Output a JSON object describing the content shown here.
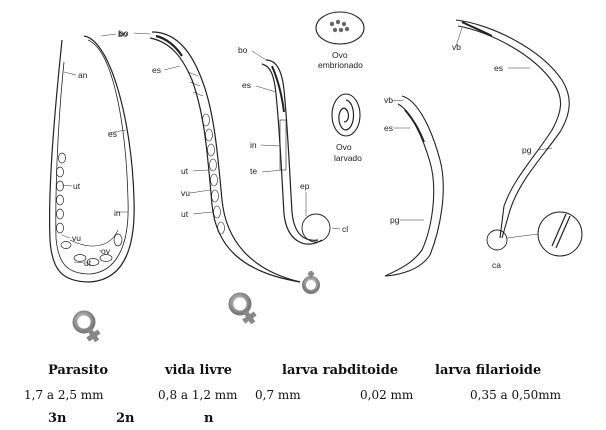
{
  "figure_labels": {
    "parasite": {
      "bo": "bo",
      "an": "an",
      "es": "es",
      "ut": "ut",
      "in": "in",
      "vu": "vu",
      "ov": "ov",
      "ut2": "ut"
    },
    "free_living": {
      "bo": "bo",
      "es": "es",
      "ut": "ut",
      "vu": "vu",
      "ut2": "ut"
    },
    "rhabditoid": {
      "bo": "bo",
      "es": "es",
      "in": "in",
      "te": "te",
      "ep": "ep",
      "cl": "cl"
    },
    "eggs": {
      "embryonated": [
        "Ovo",
        "embrionado"
      ],
      "larvated": [
        "Ovo",
        "larvado"
      ]
    },
    "filarioid_small": {
      "vb": "vb",
      "es": "es",
      "pg": "pg"
    },
    "filarioid_large": {
      "vb": "vb",
      "es": "es",
      "pg": "pg",
      "ca": "ca"
    }
  },
  "sex_symbols": {
    "female_1": "female-symbol",
    "female_2": "female-symbol",
    "male": "male-symbol"
  },
  "captions": [
    {
      "title": "Parasito"
    },
    {
      "title": "vida livre"
    },
    {
      "title": "larva rabditoide"
    },
    {
      "title": "larva filarioide"
    }
  ],
  "measurements": [
    "1,7 a 2,5 mm",
    "0,8 a 1,2 mm",
    "0,7 mm",
    "0,02 mm",
    "0,35  a 0,50mm"
  ],
  "ploidy": [
    "3n",
    "2n",
    "n"
  ]
}
